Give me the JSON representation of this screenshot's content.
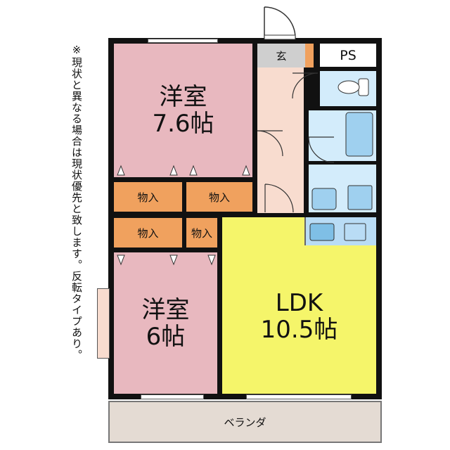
{
  "note": "※現状と異なる場合は現状優先と致します。反転タイプあり。",
  "rooms": {
    "western1": {
      "name": "洋室",
      "size": "7.6帖"
    },
    "western2": {
      "name": "洋室",
      "size": "6帖"
    },
    "ldk": {
      "name": "LDK",
      "size": "10.5帖"
    },
    "entrance": "玄",
    "ps": "PS",
    "veranda": "ベランダ",
    "storage": [
      "物入",
      "物入",
      "物入",
      "物入"
    ]
  },
  "colors": {
    "western": "#e8b8bf",
    "storage": "#f0a15e",
    "ldk": "#f5f56a",
    "hall": "#f8dccf",
    "wet": "#d3ecfb",
    "veranda": "#e4dbd3",
    "entrance": "#cfcfcf"
  }
}
